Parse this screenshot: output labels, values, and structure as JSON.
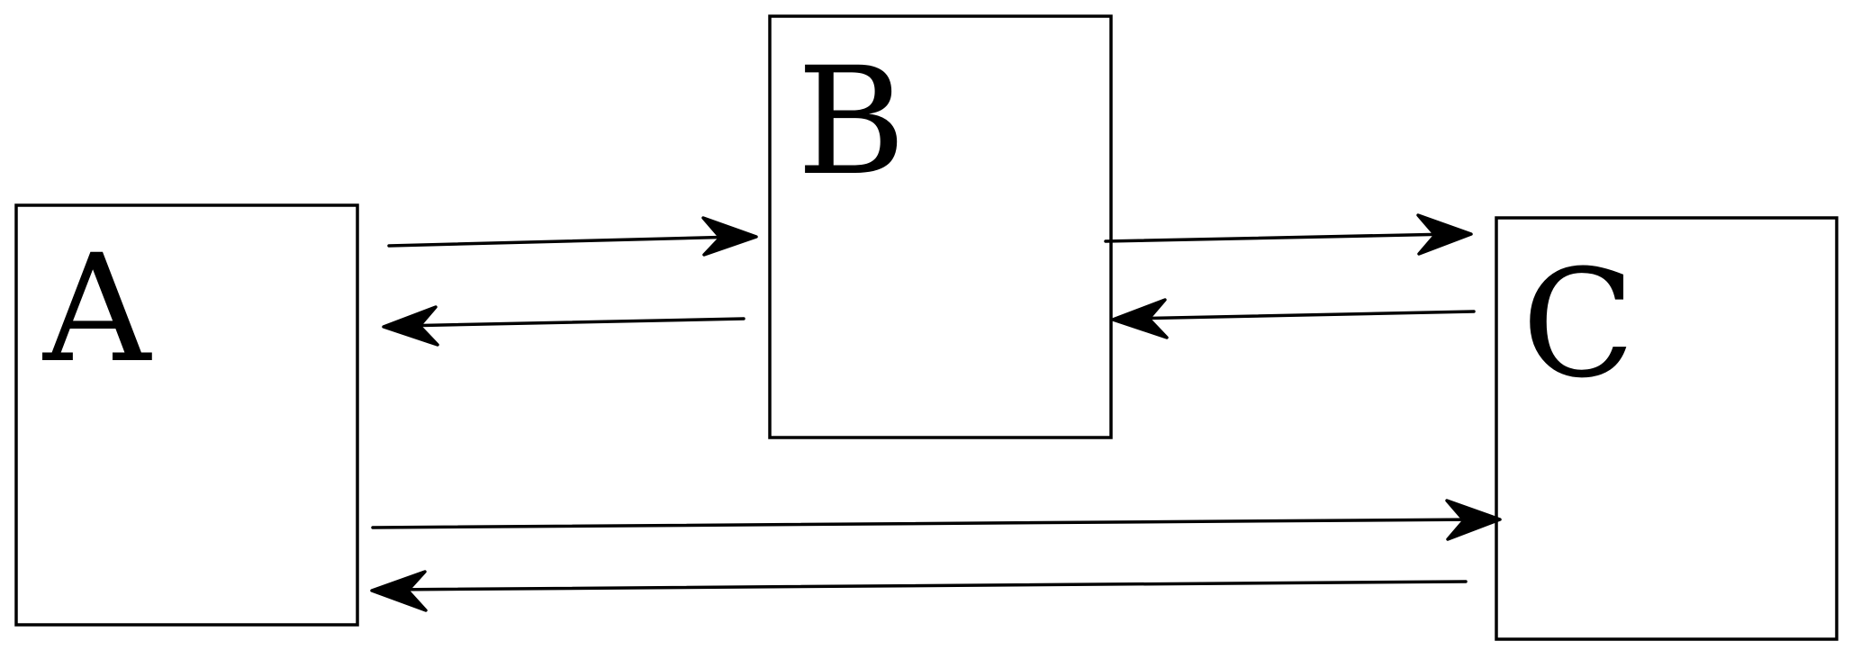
{
  "diagram": {
    "nodes": [
      {
        "id": "A",
        "label": "A"
      },
      {
        "id": "B",
        "label": "B"
      },
      {
        "id": "C",
        "label": "C"
      }
    ],
    "edges": [
      {
        "from": "A",
        "to": "B"
      },
      {
        "from": "B",
        "to": "A"
      },
      {
        "from": "B",
        "to": "C"
      },
      {
        "from": "C",
        "to": "B"
      },
      {
        "from": "A",
        "to": "C"
      },
      {
        "from": "C",
        "to": "A"
      }
    ]
  }
}
